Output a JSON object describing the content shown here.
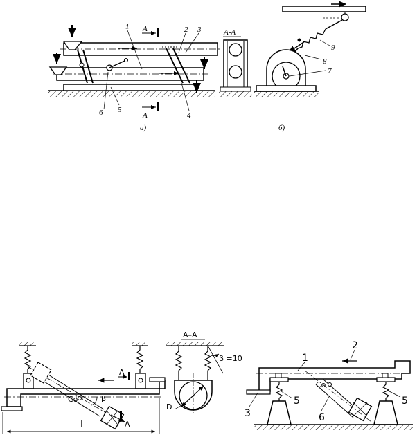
{
  "figure_top": {
    "fig_a": {
      "caption": "a)",
      "section_marker_top": "A",
      "section_marker_bottom": "A",
      "parts": [
        "1",
        "2",
        "3",
        "4",
        "5",
        "6"
      ]
    },
    "section_aa": {
      "title": "A-A"
    },
    "fig_b": {
      "caption": "б)",
      "parts": [
        "7",
        "8",
        "9"
      ]
    }
  },
  "figure_bottom": {
    "left": {
      "section_marker": "A",
      "section_marker_lower": "A",
      "center_label": "Co",
      "angle_label": "β",
      "length_label": "l"
    },
    "middle": {
      "title": "A–A",
      "angle_label": "β =10",
      "diameter_label": "D"
    },
    "right": {
      "center_label": "Co",
      "parts": [
        "1",
        "2",
        "3",
        "5",
        "6",
        "5"
      ]
    }
  }
}
